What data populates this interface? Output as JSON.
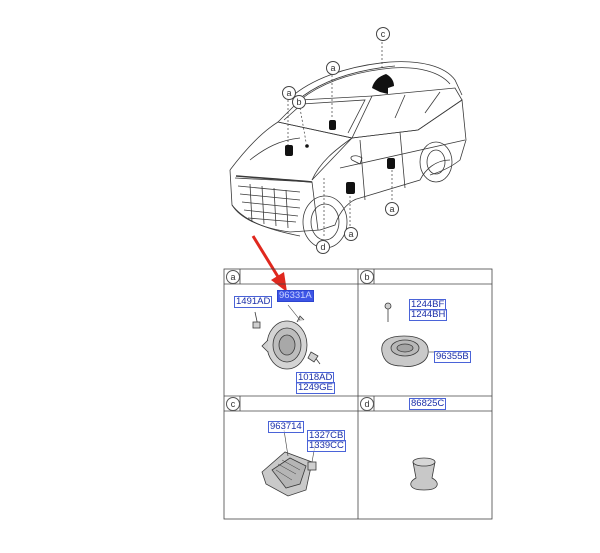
{
  "callouts": {
    "c_top": "c",
    "a_roof": "a",
    "a_left": "a",
    "b_left": "b",
    "a_right": "a",
    "d_bottom": "d",
    "a_bottom": "a"
  },
  "sections": {
    "a": "a",
    "b": "b",
    "c": "c",
    "d": "d"
  },
  "labels": {
    "a_1491AD": "1491AD",
    "a_96331A": "96331A",
    "a_1018AD": "1018AD",
    "a_1249GE": "1249GE",
    "b_1244BF": "1244BF",
    "b_1244BH": "1244BH",
    "b_96355B": "96355B",
    "c_963714": "963714",
    "c_1327CB": "1327CB",
    "c_1339CC": "1339CC",
    "d_86825C": "86825C"
  },
  "colors": {
    "arrow": "#e0281e",
    "label_border": "#4a63d8",
    "label_selected_bg": "#3d55e6",
    "part_fill": "#c8c8c8",
    "line": "#3a3a3a"
  }
}
